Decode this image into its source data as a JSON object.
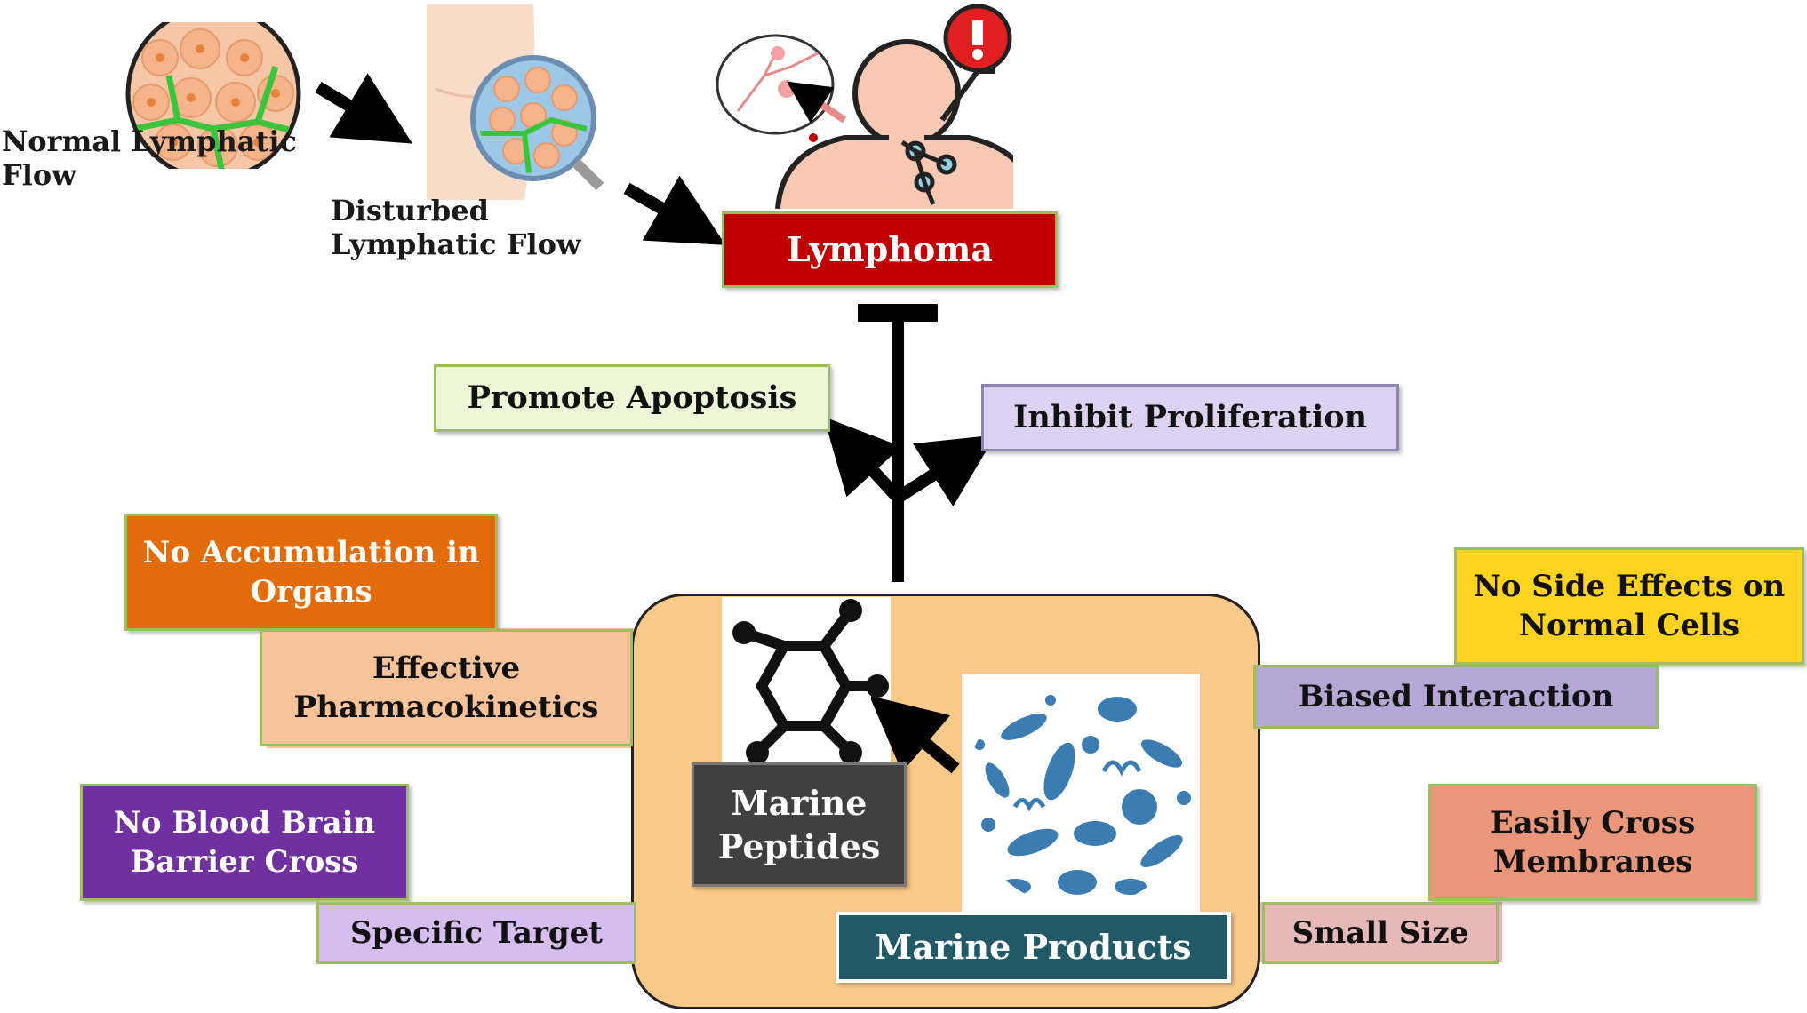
{
  "labels": {
    "normal_flow": "Normal Lymphatic\nFlow",
    "disturbed_flow": "Disturbed\nLymphatic Flow",
    "lymphoma": "Lymphoma",
    "promote_apoptosis": "Promote  Apoptosis",
    "inhibit_proliferation": "Inhibit  Proliferation",
    "no_accumulation": "No Accumulation  in\nOrgans",
    "effective_pk": "Effective\nPharmacokinetics",
    "no_bbb": "No Blood Brain\nBarrier Cross",
    "specific_target": "Specific Target",
    "marine_peptides": "Marine\nPeptides",
    "marine_products": "Marine Products",
    "no_side_effects": "No Side Effects on\nNormal Cells",
    "biased_interaction": "Biased Interaction",
    "easily_cross": "Easily Cross\nMembranes",
    "small_size": "Small Size"
  },
  "colors": {
    "lymphoma_bg": "#c00000",
    "promote_bg": "#ebf7d6",
    "inhibit_bg": "#ddd2f1",
    "no_accum_bg": "#e36c0a",
    "effective_pk_bg": "#f9c39a",
    "no_bbb_bg": "#7030a0",
    "specific_target_bg": "#d6bdf0",
    "peptides_bg": "#404040",
    "products_bg": "#215967",
    "side_effects_bg": "#ffd320",
    "biased_bg": "#b4a7d6",
    "easily_bg": "#e9967a",
    "small_size_bg": "#e6b8b7",
    "center_panel_bg": "#fbc98a",
    "marine_icons": "#3b7cb3"
  },
  "icons": [
    "cell-cluster-icon",
    "leg-lymph-icon",
    "person-alert-icon",
    "hexagon-molecule-icon",
    "marine-life-icon",
    "alert-icon"
  ]
}
